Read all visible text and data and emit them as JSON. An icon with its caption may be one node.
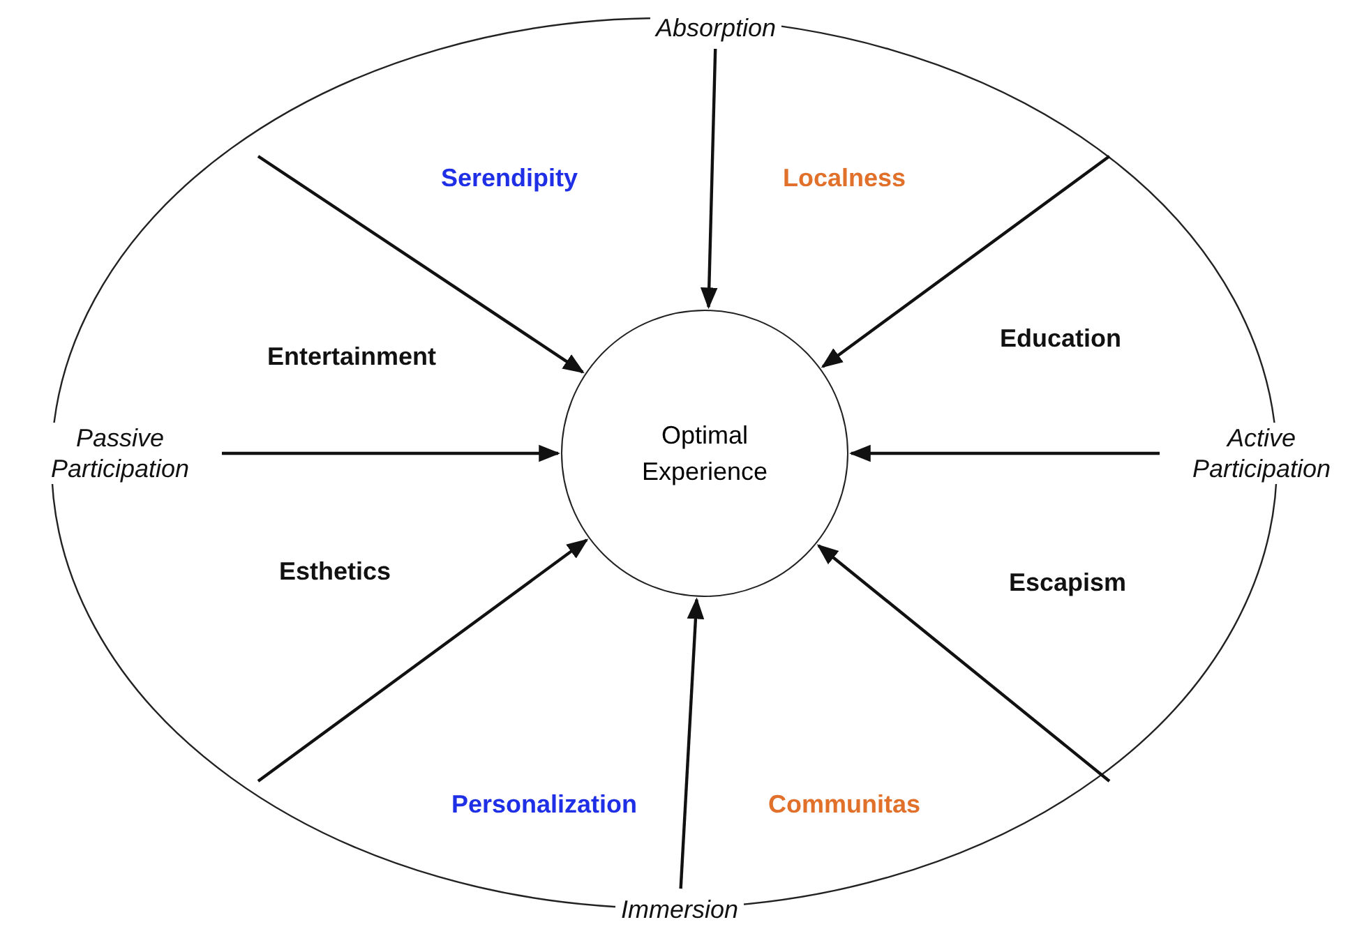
{
  "diagram": {
    "nodes": [
      {
        "text": [],
        "shape": "ellipse"
      },
      {
        "text": [
          "Optimal Experience"
        ],
        "in": 0
      },
      {
        "text": [
          "Absorption"
        ]
      },
      {
        "text": [
          "Passive Participation"
        ]
      },
      {
        "text": [
          "Active Participation"
        ]
      },
      {
        "text": [
          "Immersion"
        ]
      }
    ],
    "edges": [
      {
        "from": 2,
        "to": 1,
        "arrow": "to"
      },
      {
        "from": null,
        "to": 1,
        "arrow": "to"
      },
      {
        "from": null,
        "to": 1,
        "arrow": "to"
      },
      {
        "from": 3,
        "to": 1,
        "arrow": "to"
      },
      {
        "from": 4,
        "to": 1,
        "arrow": "to"
      },
      {
        "from": null,
        "to": 1,
        "arrow": "to"
      },
      {
        "from": null,
        "to": 1,
        "arrow": "to"
      },
      {
        "from": 5,
        "to": 1,
        "arrow": "to"
      }
    ],
    "labels": [
      "Serendipity",
      "Localness",
      "Entertainment",
      "Education",
      "Esthetics",
      "Escapism",
      "Personalization",
      "Communitas"
    ]
  }
}
